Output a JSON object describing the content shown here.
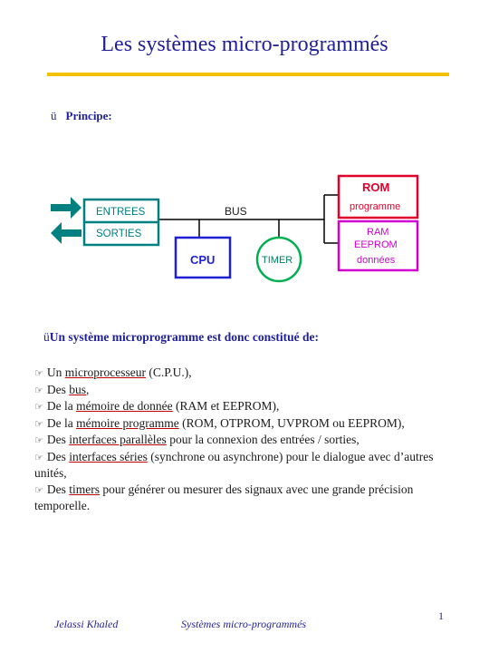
{
  "page": {
    "title": "Les systèmes micro-programmés",
    "principe": {
      "check": "ü",
      "label": "Principe:"
    }
  },
  "diagram": {
    "entrees": "ENTREES",
    "sorties": "SORTIES",
    "bus": "BUS",
    "cpu": "CPU",
    "timer": "TIMER",
    "rom": "ROM",
    "programme": "programme",
    "ram": "RAM",
    "eeprom": "EEPROM",
    "donnees": "données",
    "colors": {
      "teal": "#008080",
      "blue": "#1f1fd6",
      "green": "#00b050",
      "red": "#e0002a",
      "magenta": "#d000d0"
    }
  },
  "content": {
    "intro_check": "ü",
    "intro": "Un système microprogramme est donc constitué de:",
    "hand_icon": "pointing-hand-icon",
    "items": [
      {
        "pre": "Un ",
        "term": "microprocesseur",
        "post": " (C.P.U.),"
      },
      {
        "pre": "Des ",
        "term": "bus",
        "post": ","
      },
      {
        "pre": "De la ",
        "term": "mémoire de donnée",
        "post": " (RAM et EEPROM),"
      },
      {
        "pre": "De la ",
        "term": "mémoire programme",
        "post": " (ROM, OTPROM, UVPROM ou EEPROM),"
      },
      {
        "pre": "Des ",
        "term": "interfaces parallèles",
        "post": " pour la connexion des entrées / sorties,"
      },
      {
        "pre": "Des ",
        "term": "interfaces séries",
        "post": " (synchrone ou asynchrone) pour le dialogue avec d’autres unités,"
      },
      {
        "pre": "Des ",
        "term": "timers",
        "post": " pour générer ou mesurer des signaux avec une grande précision temporelle."
      }
    ]
  },
  "footer": {
    "author": "Jelassi Khaled",
    "center": "Systèmes micro-programmés",
    "page": "1"
  }
}
